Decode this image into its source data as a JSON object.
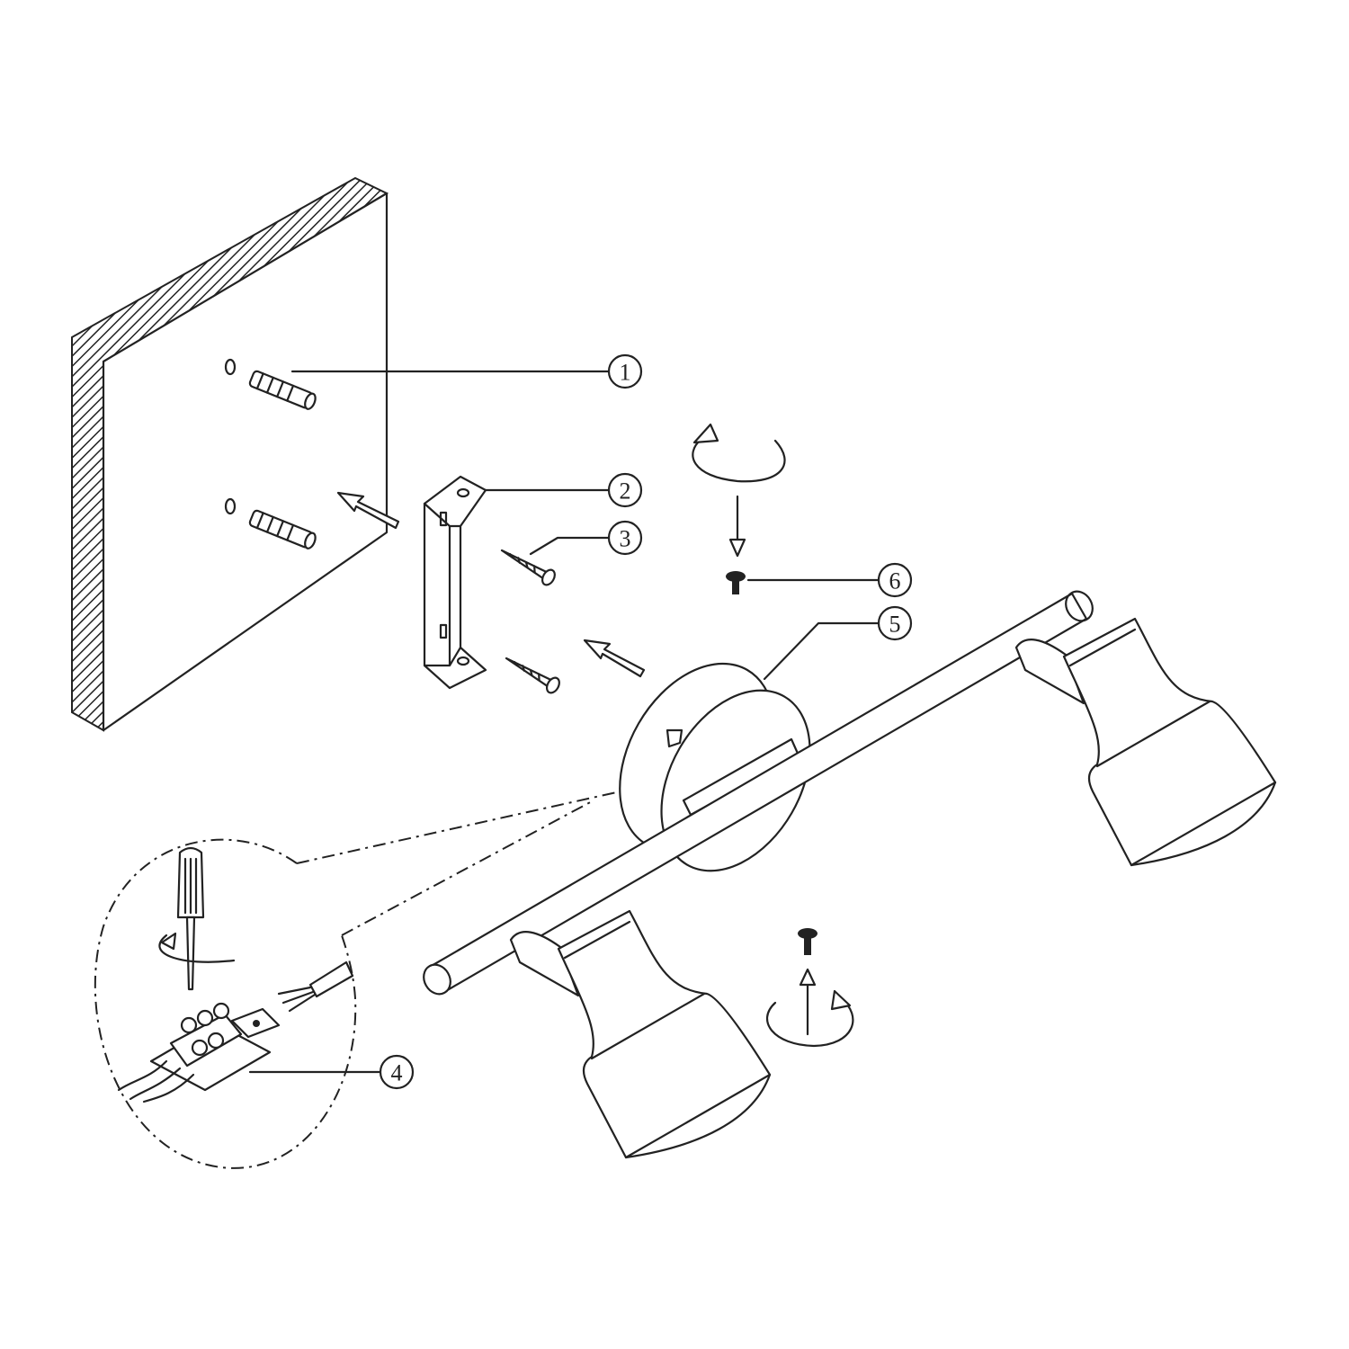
{
  "diagram": {
    "callouts": [
      {
        "label": "1",
        "part": "wall-plug"
      },
      {
        "label": "2",
        "part": "mounting-bracket"
      },
      {
        "label": "3",
        "part": "bracket-screw"
      },
      {
        "label": "4",
        "part": "terminal-block"
      },
      {
        "label": "5",
        "part": "canopy"
      },
      {
        "label": "6",
        "part": "fixing-screw"
      }
    ],
    "line_color": "#222222",
    "background": "#ffffff"
  }
}
